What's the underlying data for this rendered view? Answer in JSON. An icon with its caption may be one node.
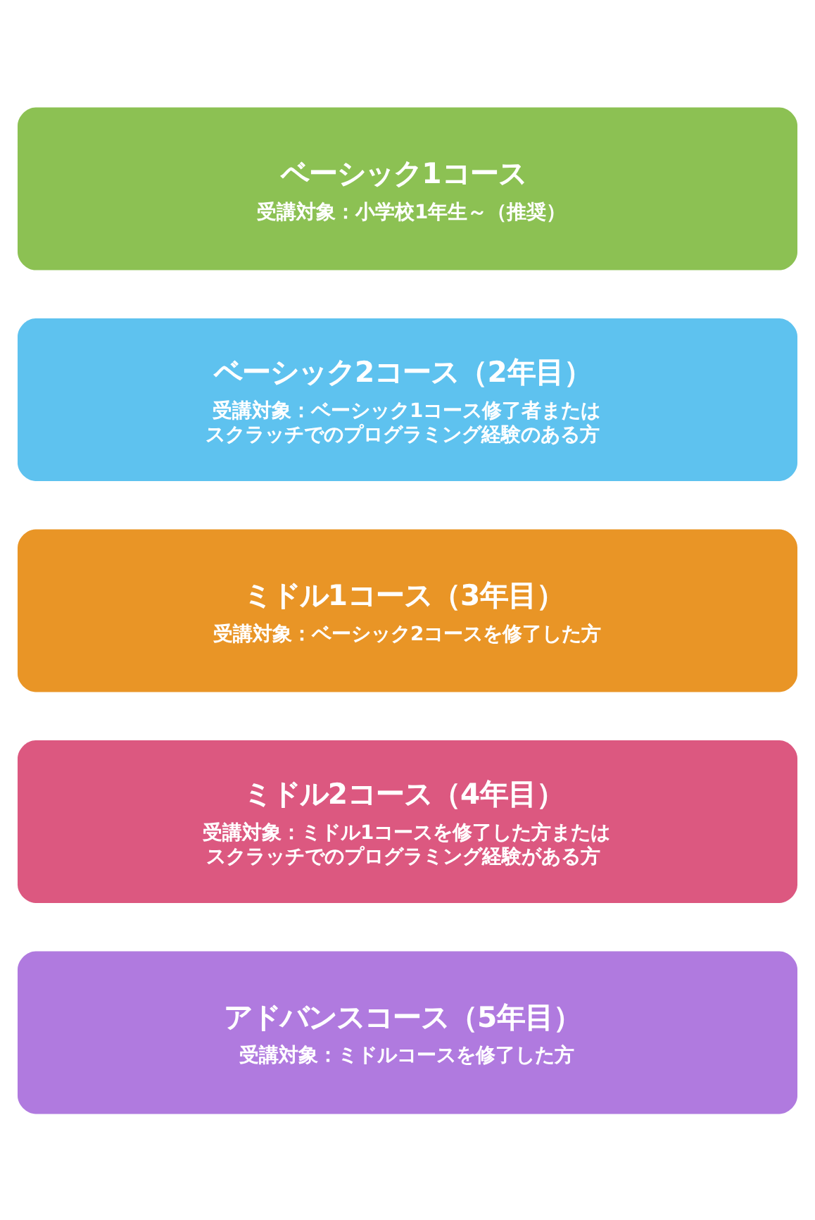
{
  "diagram": {
    "nodes": [
      {
        "text": [
          "ベーシック1コース",
          "受講対象：小学校1年生～（推奨）"
        ]
      },
      {
        "text": [
          "ベーシック2コース（2年目）",
          "受講対象：ベーシック1コース修了者またはスクラッチでのプログラミング経験のある方"
        ]
      },
      {
        "text": [
          "ミドル1コース（3年目）",
          "受講対象：ベーシック2コースを修了した方"
        ]
      },
      {
        "text": [
          "ミドル2コース（4年目）",
          "受講対象：ミドル1コースを修了した方またはスクラッチでのプログラミング経験がある方"
        ]
      },
      {
        "text": [
          "アドバンスコース（5年目）",
          "受講対象：ミドルコースを修了した方"
        ]
      }
    ]
  }
}
